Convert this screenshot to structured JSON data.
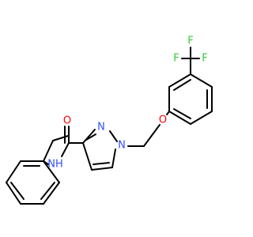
{
  "molecule": {
    "atoms": [
      {
        "name": "atom-F-top",
        "label": "F",
        "color": "#33cc33"
      },
      {
        "name": "atom-F-left",
        "label": "F",
        "color": "#33cc33"
      },
      {
        "name": "atom-F-right",
        "label": "F",
        "color": "#33cc33"
      },
      {
        "name": "atom-O-ether",
        "label": "O",
        "color": "#ff0000"
      },
      {
        "name": "atom-O-carbonyl",
        "label": "O",
        "color": "#ff0000"
      },
      {
        "name": "atom-N-pyrazole-2",
        "label": "N",
        "color": "#3050f8"
      },
      {
        "name": "atom-N-pyrazole-1",
        "label": "N",
        "color": "#3050f8"
      },
      {
        "name": "atom-NH-amide",
        "label": "NH",
        "color": "#3050f8"
      }
    ]
  }
}
